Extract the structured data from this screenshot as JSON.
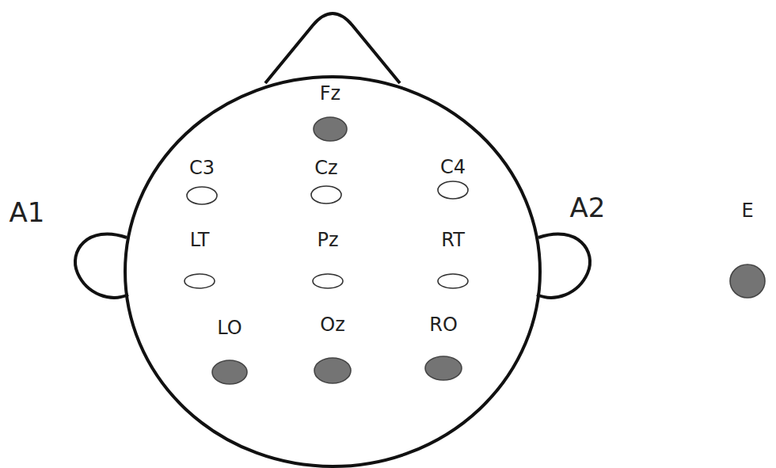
{
  "diagram": {
    "nodes": [
      {
        "text": [
          "Fz"
        ]
      },
      {
        "text": [
          "C3"
        ]
      },
      {
        "text": [
          "Cz"
        ]
      },
      {
        "text": [
          "C4"
        ]
      },
      {
        "text": [
          "LT"
        ]
      },
      {
        "text": [
          "Pz"
        ]
      },
      {
        "text": [
          "RT"
        ]
      },
      {
        "text": [
          "LO"
        ]
      },
      {
        "text": [
          "Oz"
        ]
      },
      {
        "text": [
          "RO"
        ]
      },
      {
        "text": [
          "E"
        ]
      }
    ],
    "labels": [
      "A1",
      "A2"
    ]
  }
}
